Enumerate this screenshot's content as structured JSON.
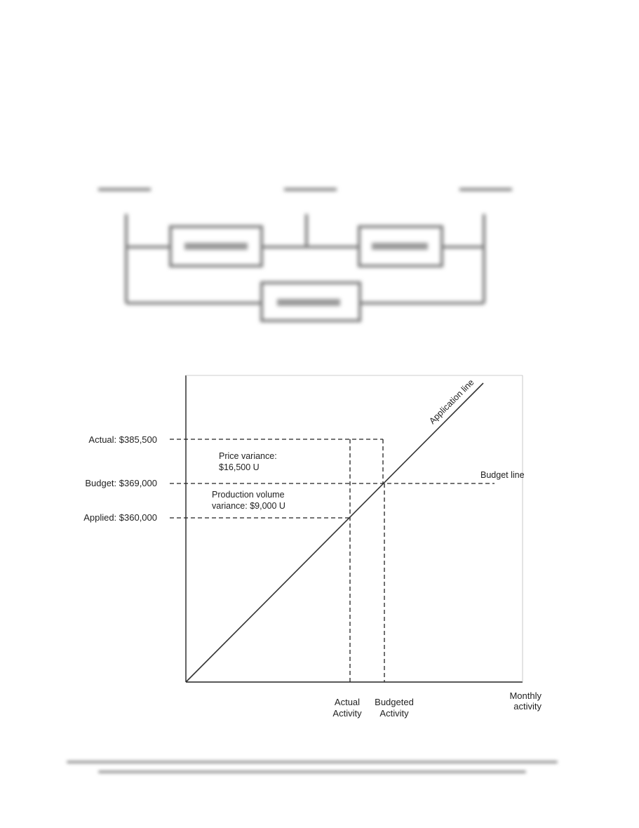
{
  "chart_data": {
    "type": "line",
    "title": "",
    "xlabel": "Monthly activity",
    "ylabel": "",
    "y_ticks": [
      {
        "label": "Actual: $385,500",
        "value": 385500
      },
      {
        "label": "Budget: $369,000",
        "value": 369000
      },
      {
        "label": "Applied: $360,000",
        "value": 360000
      }
    ],
    "x_ticks": [
      {
        "label_lines": [
          "Actual",
          "Activity"
        ]
      },
      {
        "label_lines": [
          "Budgeted",
          "Activity"
        ]
      }
    ],
    "series": [
      {
        "name": "Application line",
        "style": "solid",
        "description_values": "passes through origin and through (Budgeted Activity, $369,000) and (Actual Activity, $360,000)"
      },
      {
        "name": "Budget line",
        "style": "dashed",
        "value": 369000
      }
    ],
    "annotations": [
      {
        "lines": [
          "Price variance:",
          "$16,500 U"
        ]
      },
      {
        "lines": [
          "Production volume",
          "variance: $9,000 U"
        ]
      }
    ],
    "grid": false,
    "colors": {
      "axis": "#222222",
      "line": "#333333"
    }
  },
  "series_labels": {
    "application_line": "Application line",
    "budget_line": "Budget line"
  }
}
